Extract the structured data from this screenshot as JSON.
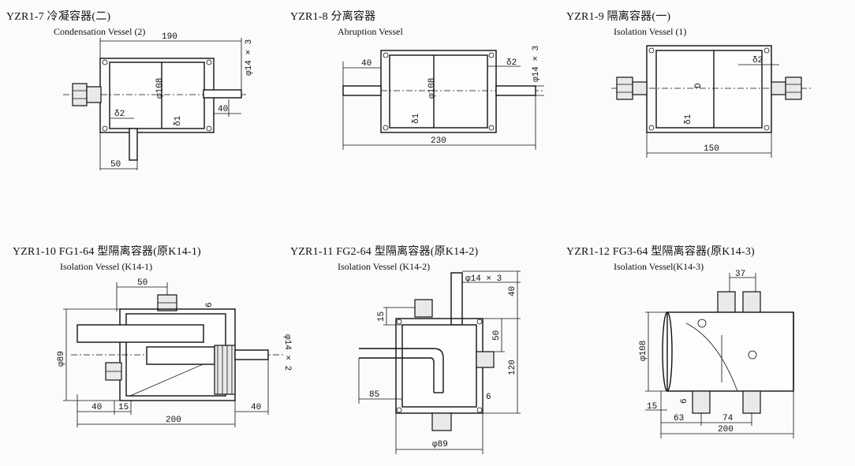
{
  "panels": [
    {
      "id": "yzr1-7",
      "title": "YZR1-7 冷凝容器(二)",
      "subtitle": "Condensation Vessel (2)",
      "dims": {
        "width": "190",
        "pipe": "φ14 × 3",
        "dia": "φ108",
        "delta2": "δ2",
        "delta1": "δ1",
        "pipe_len": "40",
        "bottom": "50"
      }
    },
    {
      "id": "yzr1-8",
      "title": "YZR1-8  分离容器",
      "subtitle": "Abruption Vessel",
      "dims": {
        "left": "40",
        "pipe": "φ14 × 3",
        "dia": "φ108",
        "delta2": "δ2",
        "delta1": "δ1",
        "width": "230"
      }
    },
    {
      "id": "yzr1-9",
      "title": "YZR1-9  隔离容器(一)",
      "subtitle": "Isolation Vessel (1)",
      "dims": {
        "delta2": "δ2",
        "dia": "D",
        "delta1": "δ1",
        "width": "150"
      }
    },
    {
      "id": "yzr1-10",
      "title": "YZR1-10 FG1-64  型隔离容器(原K14-1)",
      "subtitle": "Isolation Vessel (K14-1)",
      "dims": {
        "top": "50",
        "six": "6",
        "pipe": "φ14 × 2",
        "dia": "φ89",
        "left": "40",
        "fifteen": "15",
        "width": "200",
        "right": "40"
      }
    },
    {
      "id": "yzr1-11",
      "title": "YZR1-11 FG2-64  型隔离容器(原K14-2)",
      "subtitle": "Isolation Vessel (K14-2)",
      "dims": {
        "pipe": "φ14 × 3",
        "forty": "40",
        "fifteen": "15",
        "fifty": "50",
        "height": "120",
        "eightyfive": "85",
        "six": "6",
        "dia": "φ89"
      }
    },
    {
      "id": "yzr1-12",
      "title": "YZR1-12 FG3-64  型隔离容器(原K14-3)",
      "subtitle": "Isolation Vessel(K14-3)",
      "dims": {
        "top": "37",
        "dia": "φ108",
        "six": "6",
        "fifteen": "15",
        "sixtythree": "63",
        "seventyfour": "74",
        "width": "200"
      }
    }
  ]
}
